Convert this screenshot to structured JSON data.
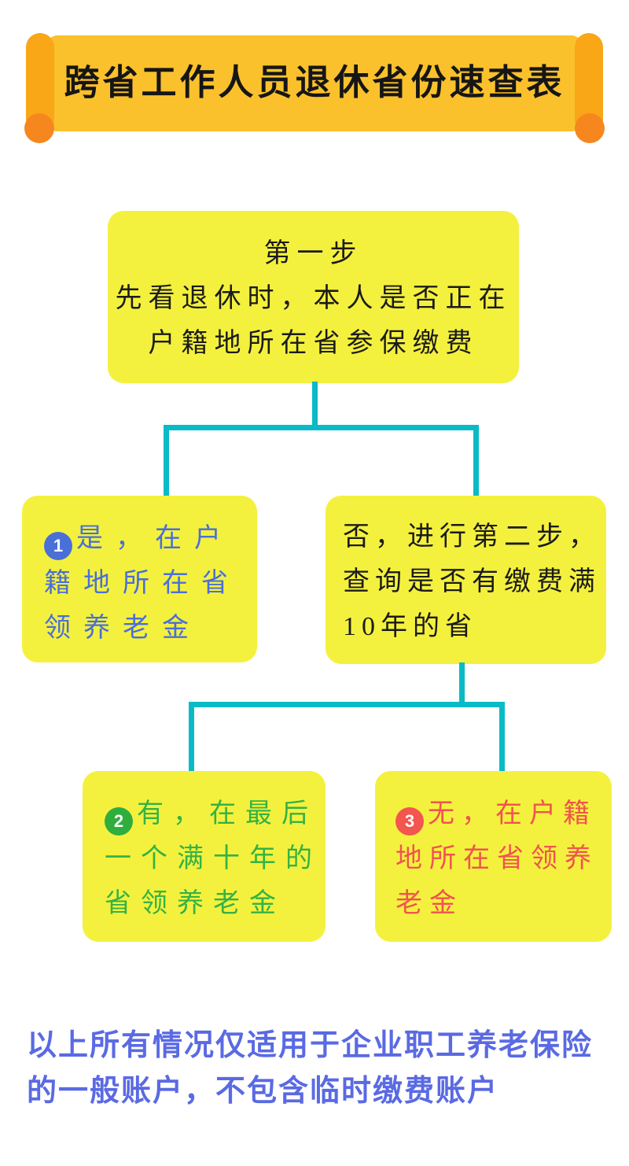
{
  "banner": {
    "title": "跨省工作人员退休省份速查表"
  },
  "flow": {
    "step1": {
      "line1": "第一步",
      "line2": "先看退休时，本人是否正在",
      "line3": "户籍地所在省参保缴费"
    },
    "yes_branch": {
      "badge": "1",
      "line1": "是，在户",
      "line2": "籍地所在省",
      "line3": "领养老金"
    },
    "no_branch": {
      "line1": "否，进行第二步，",
      "line2": "查询是否有缴费满",
      "line3": "10年的省"
    },
    "has_branch": {
      "badge": "2",
      "line1": "有，在最后",
      "line2": "一个满十年的",
      "line3": "省领养老金"
    },
    "none_branch": {
      "badge": "3",
      "line1": "无，在户籍",
      "line2": "地所在省领养",
      "line3": "老金"
    }
  },
  "footer": {
    "line1": "以上所有情况仅适用于企业职工养老保险",
    "line2": "的一般账户，不包含临时缴费账户"
  },
  "colors": {
    "banner_body": "#FBC12C",
    "banner_roll": "#F9A617",
    "banner_knob": "#F6871E",
    "box_yellow": "#F4F13E",
    "connector_teal": "#0ABAC6",
    "badge_blue": "#4A6FD8",
    "badge_green": "#2FAE3E",
    "badge_red": "#F2564F",
    "text_blue": "#4A6FD8",
    "text_green": "#35B244",
    "text_red": "#F0544F",
    "text_black": "#1B1B1B",
    "footer_blue": "#5A6AE3"
  }
}
